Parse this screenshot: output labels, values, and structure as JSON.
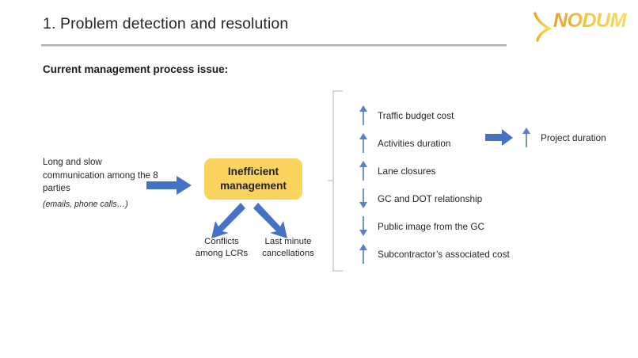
{
  "slide": {
    "title": "1. Problem detection and resolution",
    "subtitle": "Current management process issue:",
    "logo": {
      "name": "nodum-logo",
      "text": "NODUM",
      "color_start": "#E8A93A",
      "color_end": "#F6D54A"
    },
    "rule_color": "#a6a6a6"
  },
  "source": {
    "text": "Long and slow communication among the 8 parties",
    "note": "(emails, phone calls…)"
  },
  "central": {
    "line1": "Inefficient",
    "line2": "management",
    "fill": "#FBD45F"
  },
  "outcomes": [
    {
      "name": "conflicts",
      "line1": "Conflicts",
      "line2": "among LCRs"
    },
    {
      "name": "cancellations",
      "line1": "Last minute",
      "line2": "cancellations"
    }
  ],
  "effects": {
    "arrow_color": "#5B7FC4",
    "items": [
      {
        "trend": "up",
        "label": "Traffic budget cost"
      },
      {
        "trend": "up",
        "label": "Activities duration"
      },
      {
        "trend": "up",
        "label": "Lane closures"
      },
      {
        "trend": "down",
        "label": "GC and DOT relationship"
      },
      {
        "trend": "down",
        "label": "Public image from the GC"
      },
      {
        "trend": "up",
        "label": "Subcontractor’s associated cost"
      }
    ]
  },
  "result": {
    "trend": "up",
    "label": "Project duration"
  },
  "colors": {
    "block_arrow": "#4472C4",
    "bracket": "#C5CDE3",
    "text": "#262626"
  }
}
